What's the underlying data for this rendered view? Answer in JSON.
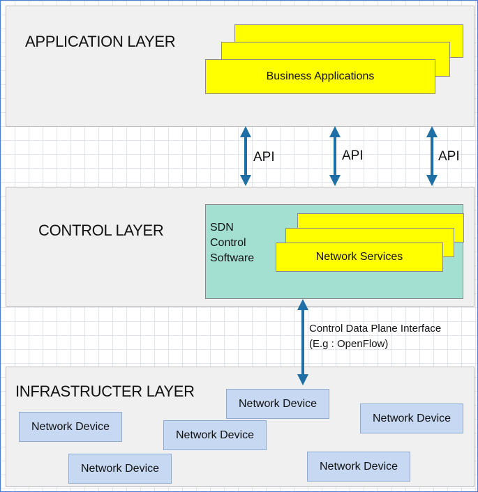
{
  "application_layer": {
    "title": "APPLICATION LAYER",
    "box_label": "Business Applications"
  },
  "api": {
    "labels": [
      "API",
      "API",
      "API"
    ]
  },
  "control_layer": {
    "title": "CONTROL LAYER",
    "sdn_line1": "SDN",
    "sdn_line2": "Control",
    "sdn_line3": "Software",
    "box_label": "Network Services"
  },
  "interface": {
    "line1": "Control Data Plane Interface",
    "line2": "(E.g : OpenFlow)"
  },
  "infrastructure_layer": {
    "title": "INFRASTRUCTER LAYER",
    "devices": [
      "Network Device",
      "Network Device",
      "Network Device",
      "Network Device",
      "Network Device",
      "Network Device"
    ]
  },
  "colors": {
    "arrow": "#1f6fa6",
    "yellow_box": "#ffff00",
    "teal_box": "#a3e0d2",
    "device_box": "#c7d9f2"
  }
}
